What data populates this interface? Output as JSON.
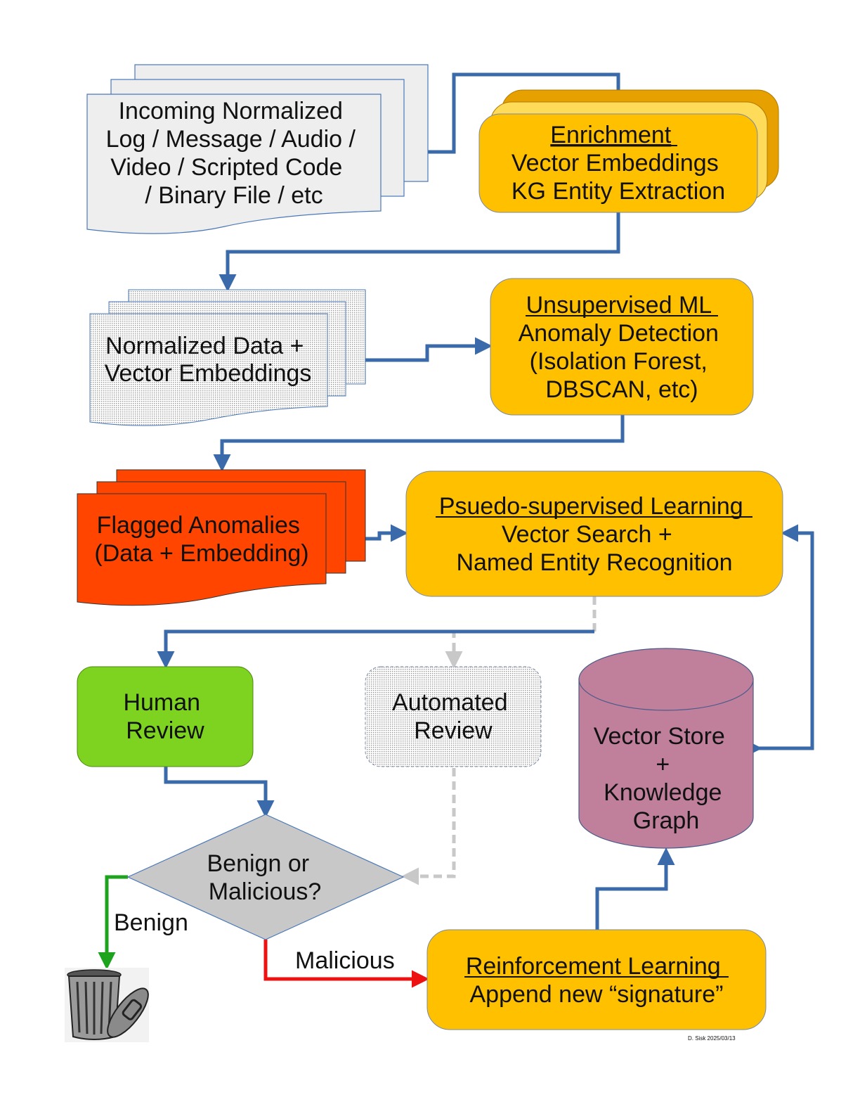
{
  "input_doc": {
    "lines": [
      "Incoming Normalized",
      "Log / Message / Audio /",
      "Video / Scripted Code",
      "/ Binary File / etc"
    ]
  },
  "enrichment": {
    "title": "Enrichment",
    "lines": [
      "Vector Embeddings",
      "KG Entity Extraction"
    ]
  },
  "normalized_data": {
    "lines": [
      "Normalized Data +",
      "Vector Embeddings"
    ]
  },
  "unsupervised_ml": {
    "title": "Unsupervised ML",
    "lines": [
      "Anomaly Detection",
      "(Isolation Forest,",
      "DBSCAN, etc)"
    ]
  },
  "flagged_anomalies": {
    "lines": [
      "Flagged Anomalies",
      "(Data + Embedding)"
    ]
  },
  "pseudo_supervised": {
    "title": "Psuedo-supervised Learning",
    "lines": [
      "Vector Search +",
      "Named Entity Recognition"
    ]
  },
  "human_review": {
    "lines": [
      "Human",
      "Review"
    ]
  },
  "automated_review": {
    "lines": [
      "Automated",
      "Review"
    ]
  },
  "vector_store": {
    "lines": [
      "Vector Store",
      "+",
      "Knowledge",
      "Graph"
    ]
  },
  "decision": {
    "lines": [
      "Benign or",
      "Malicious?"
    ]
  },
  "edge_labels": {
    "benign": "Benign",
    "malicious": "Malicious"
  },
  "reinforcement": {
    "title": "Reinforcement Learning",
    "lines": [
      "Append new “signature”"
    ]
  },
  "credit": "D. Sisk  2025/03/13",
  "colors": {
    "flow_arrow": "#3a6aaa",
    "benign_arrow": "#1ea31e",
    "malicious_arrow": "#ee1111",
    "automated_arrow": "#c8c8c8",
    "process_fill": "#ffc000",
    "process_stack_back": "#e6a100",
    "process_stack_mid": "#ffdb5a",
    "doc_fill": "#eeeeee",
    "anomaly_fill": "#ff4500",
    "human_fill": "#7ed321",
    "store_fill": "#c0809c",
    "decision_fill": "#c8c8c8"
  }
}
